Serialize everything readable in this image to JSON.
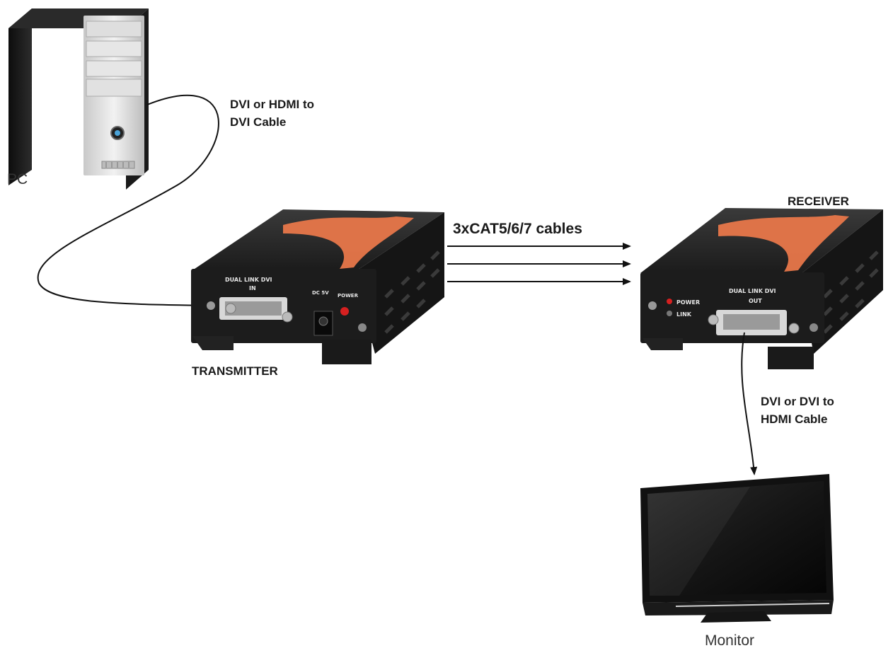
{
  "labels": {
    "pc": "PC",
    "monitor": "Monitor",
    "transmitter": "TRANSMITTER",
    "receiver": "RECEIVER",
    "cat_cables": "3xCAT5/6/7 cables",
    "pc_cable_line1": "DVI or HDMI to",
    "pc_cable_line2": "DVI Cable",
    "monitor_cable_line1": "DVI or DVI to",
    "monitor_cable_line2": "HDMI Cable"
  },
  "transmitter_panel": {
    "port_line1": "DUAL LINK DVI",
    "port_line2": "IN",
    "dc_label": "DC 5V",
    "power_label": "POWER"
  },
  "receiver_panel": {
    "port_line1": "DUAL LINK DVI",
    "port_line2": "OUT",
    "power_label": "POWER",
    "link_label": "LINK"
  },
  "colors": {
    "device_body": "#1c1c1c",
    "accent_swoosh": "#e8774a",
    "power_led": "#d62020",
    "cable": "#111111"
  },
  "icons": [
    "pc-tower-icon",
    "transmitter-device-icon",
    "receiver-device-icon",
    "monitor-icon",
    "dvi-port-icon"
  ]
}
